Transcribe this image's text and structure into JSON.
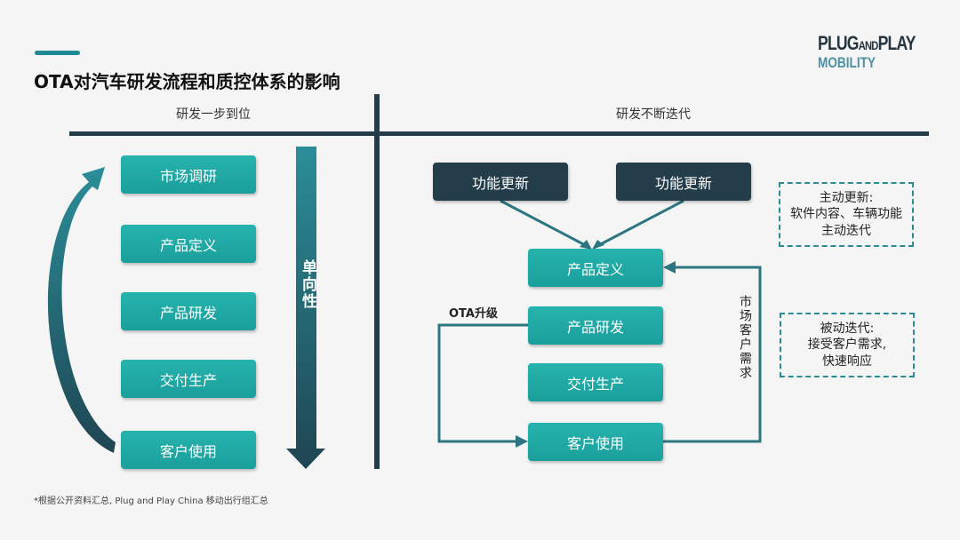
{
  "title": "OTA对汽车研发流程和质控体系的影响",
  "logo": {
    "line1a": "PLUG",
    "line1b": "AND",
    "line1c": "PLAY",
    "line2": "MOBILITY"
  },
  "left": {
    "header": "研发一步到位",
    "steps": [
      "市场调研",
      "产品定义",
      "产品研发",
      "交付生产",
      "客户使用"
    ],
    "arrow_label": "单向性"
  },
  "right": {
    "header": "研发不断迭代",
    "updates": [
      "功能更新",
      "功能更新"
    ],
    "steps": [
      "产品定义",
      "产品研发",
      "交付生产",
      "客户使用"
    ],
    "ota_label": "OTA升级",
    "market_label": "市场客户需求",
    "notes": [
      "主动更新:\n软件内容、车辆功能主动迭代",
      "被动迭代:\n接受客户需求,\n快速响应"
    ]
  },
  "footnote": "*根据公开资料汇总,  Plug and Play China 移动出行组汇总",
  "colors": {
    "teal": "#1fa9a5",
    "dark": "#243d4b",
    "accent": "#1e8a96"
  }
}
